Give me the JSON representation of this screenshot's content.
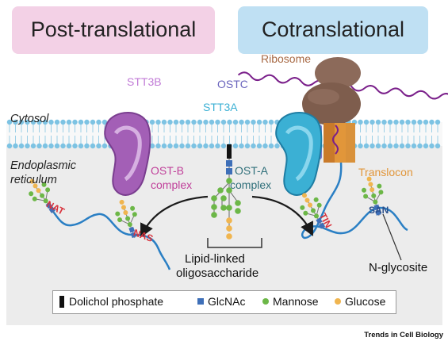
{
  "headers": {
    "left": "Post-translational",
    "right": "Cotranslational"
  },
  "labels": {
    "ribosome": "Ribosome",
    "stt3b": "STT3B",
    "ostc": "OSTC",
    "stt3a": "STT3A",
    "cytosol": "Cytosol",
    "er_line1": "Endoplasmic",
    "er_line2": "reticulum",
    "ost_b_line1": "OST-B",
    "ost_b_line2": "complex",
    "ost_a_line1": "OST-A",
    "ost_a_line2": "complex",
    "translocon": "Translocon",
    "llo_line1": "Lipid-linked",
    "llo_line2": "oligosaccharide",
    "n_glycosite": "N-glycosite",
    "seq_nat": "NAT",
    "seq_nas": "NAS",
    "seq_tin": "TIN",
    "seq_san": "SAN"
  },
  "legend": {
    "dolichol": "Dolichol phosphate",
    "glcnac": "GlcNAc",
    "mannose": "Mannose",
    "glucose": "Glucose"
  },
  "colors": {
    "left_header_bg": "#f3d1e6",
    "right_header_bg": "#bfe0f3",
    "stt3b": "#a35fb6",
    "stt3a": "#3bb0d4",
    "ribosome": "#8c6a5a",
    "translocon": "#e1963a",
    "ostc": "#7b75c9",
    "glcnac": "#3e6fb8",
    "mannose": "#6cb747",
    "glucose": "#f0b54f",
    "peptide": "#2a7fc4",
    "sequon_red": "#d8303a"
  },
  "credit": "Trends in Cell Biology"
}
